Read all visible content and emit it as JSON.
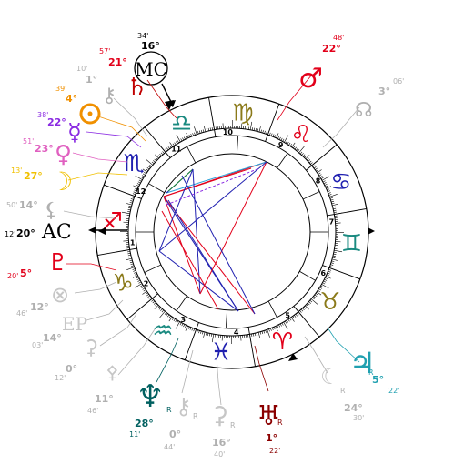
{
  "colors": {
    "fire": "#e2001a",
    "earth": "#8b7a1a",
    "air": "#1a8a80",
    "water": "#2020b0",
    "sun": "#f09000",
    "moon": "#f0c000",
    "mercury": "#8a2be2",
    "venus": "#e060c0",
    "mars": "#e2001a",
    "jupiter": "#20a0b0",
    "saturn": "#c00000",
    "uranus": "#8b0000",
    "neptune": "#006060",
    "pluto": "#e2001a",
    "grey": "#b0b0b0",
    "dark": "#000000"
  },
  "angles": {
    "mc": {
      "label": "MC",
      "deg": "16°",
      "min": "34'"
    },
    "ac": {
      "label": "AC",
      "deg": "20°",
      "min": "12'"
    }
  },
  "signs": [
    {
      "name": "capricorn-sign",
      "glyph": "♑"
    },
    {
      "name": "aquarius-sign",
      "glyph": "♒"
    },
    {
      "name": "pisces-sign",
      "glyph": "♓"
    },
    {
      "name": "aries-sign",
      "glyph": "♈"
    },
    {
      "name": "taurus-sign",
      "glyph": "♉"
    },
    {
      "name": "gemini-sign",
      "glyph": "♊"
    },
    {
      "name": "cancer-sign",
      "glyph": "♋"
    },
    {
      "name": "leo-sign",
      "glyph": "♌"
    },
    {
      "name": "virgo-sign",
      "glyph": "♍"
    },
    {
      "name": "libra-sign",
      "glyph": "♎"
    },
    {
      "name": "scorpio-sign",
      "glyph": "♏"
    },
    {
      "name": "sagittarius-sign",
      "glyph": "♐"
    }
  ],
  "houses": [
    "1",
    "2",
    "3",
    "4",
    "5",
    "6",
    "7",
    "8",
    "9",
    "10",
    "11",
    "12"
  ],
  "planets": [
    {
      "name": "saturn",
      "glyph": "♄",
      "deg": "21°",
      "min": "57'",
      "retro": ""
    },
    {
      "name": "mars",
      "glyph": "♂",
      "deg": "22°",
      "min": "48'",
      "retro": ""
    },
    {
      "name": "node",
      "glyph": "☊",
      "deg": "3°",
      "min": "06'",
      "retro": ""
    },
    {
      "name": "chiron",
      "glyph": "⚷",
      "deg": "1°",
      "min": "10'",
      "retro": ""
    },
    {
      "name": "sun",
      "glyph": "☉",
      "deg": "4°",
      "min": "39'",
      "retro": ""
    },
    {
      "name": "mercury",
      "glyph": "☿",
      "deg": "22°",
      "min": "38'",
      "retro": ""
    },
    {
      "name": "venus",
      "glyph": "♀",
      "deg": "23°",
      "min": "51'",
      "retro": ""
    },
    {
      "name": "moon",
      "glyph": "☽",
      "deg": "27°",
      "min": "13'",
      "retro": ""
    },
    {
      "name": "lilith",
      "glyph": "⚸",
      "deg": "14°",
      "min": "50'",
      "retro": ""
    },
    {
      "name": "pluto",
      "glyph": "♇",
      "deg": "5°",
      "min": "20'",
      "retro": ""
    },
    {
      "name": "fortune",
      "glyph": "⊗",
      "deg": "12°",
      "min": "46'",
      "retro": ""
    },
    {
      "name": "ep",
      "glyph": "EP",
      "deg": "14°",
      "min": "03'",
      "retro": ""
    },
    {
      "name": "vertex",
      "glyph": "⚳",
      "deg": "0°",
      "min": "12'",
      "retro": ""
    },
    {
      "name": "pallas",
      "glyph": "⚴",
      "deg": "11°",
      "min": "46'",
      "retro": ""
    },
    {
      "name": "neptune",
      "glyph": "♆",
      "deg": "28°",
      "min": "11'",
      "retro": "R"
    },
    {
      "name": "ceres",
      "glyph": "⚳",
      "deg": "0°",
      "min": "44'",
      "retro": "R"
    },
    {
      "name": "juno",
      "glyph": "⚵",
      "deg": "16°",
      "min": "40'",
      "retro": "R"
    },
    {
      "name": "uranus",
      "glyph": "♅",
      "deg": "1°",
      "min": "22'",
      "retro": "R"
    },
    {
      "name": "vesta",
      "glyph": "⚶",
      "deg": "24°",
      "min": "30'",
      "retro": "R"
    },
    {
      "name": "jupiter",
      "glyph": "♃",
      "deg": "5°",
      "min": "22'",
      "retro": "R"
    }
  ]
}
